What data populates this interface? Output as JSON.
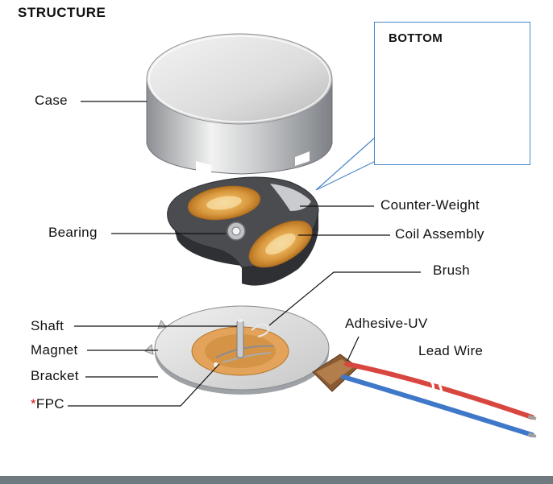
{
  "diagram": {
    "title": "STRUCTURE",
    "inset_title": "BOTTOM",
    "labels": {
      "case": "Case",
      "bearing": "Bearing",
      "counter_weight": "Counter-Weight",
      "coil_assembly": "Coil Assembly",
      "brush": "Brush",
      "shaft": "Shaft",
      "magnet": "Magnet",
      "bracket": "Bracket",
      "fpc_star": "*",
      "fpc": "FPC",
      "adhesive_uv": "Adhesive-UV",
      "lead_wire": "Lead Wire"
    },
    "colors": {
      "inset_border": "#4a88c8",
      "coil_copper": "#e0a24a",
      "pcb_green": "#1f8a55",
      "wire_red": "#d8473f",
      "wire_blue": "#3f78c8",
      "asterisk": "#d21a1a"
    }
  }
}
